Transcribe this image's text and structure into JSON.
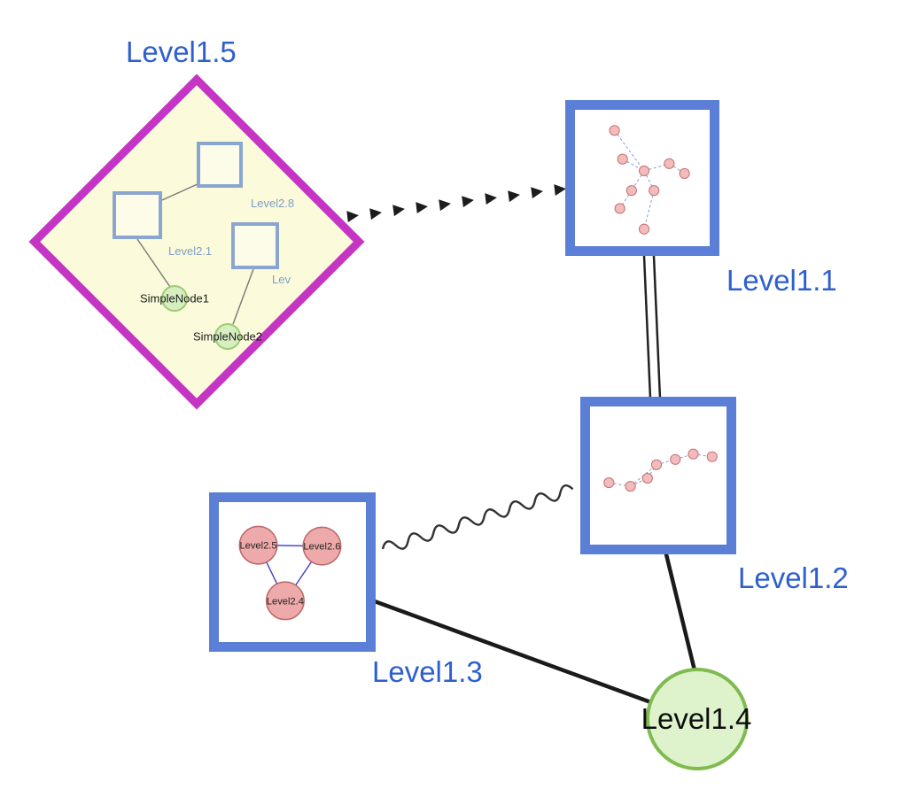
{
  "diagram": {
    "background": "#ffffff",
    "nodes": {
      "level15": {
        "label": "Level1.5",
        "shape": "diamond-group",
        "border_color": "#c435c4",
        "fill": "#fbfbdb"
      },
      "level11": {
        "label": "Level1.1",
        "shape": "square-group",
        "border_color": "#5b7fd6",
        "fill": "#ffffff"
      },
      "level12": {
        "label": "Level1.2",
        "shape": "square-group",
        "border_color": "#5b7fd6",
        "fill": "#ffffff"
      },
      "level13": {
        "label": "Level1.3",
        "shape": "square-group",
        "border_color": "#5b7fd6",
        "fill": "#ffffff"
      },
      "level14": {
        "label": "Level1.4",
        "shape": "circle",
        "border_color": "#7fbb4e",
        "fill": "#def3cc"
      }
    },
    "level15_contents": {
      "squares": [
        {
          "label": "Level2.8"
        },
        {
          "label": "Level2.1"
        },
        {
          "label": "Lev"
        }
      ],
      "simple_nodes": [
        {
          "label": "SimpleNode1"
        },
        {
          "label": "SimpleNode2"
        }
      ]
    },
    "level13_contents": {
      "circles": [
        {
          "label": "Level2.5"
        },
        {
          "label": "Level2.6"
        },
        {
          "label": "Level2.4"
        }
      ],
      "edge_style": "solid-triangle"
    },
    "level11_contents": {
      "mini_graph_nodes": 9,
      "edge_style": "dashed"
    },
    "level12_contents": {
      "mini_graph_nodes": 7,
      "edge_style": "dashed"
    },
    "edges": [
      {
        "from": "Level1.5",
        "to": "Level1.1",
        "style": "dashed-arrow"
      },
      {
        "from": "Level1.1",
        "to": "Level1.2",
        "style": "double-line"
      },
      {
        "from": "Level1.3",
        "to": "Level1.2",
        "style": "wavy"
      },
      {
        "from": "Level1.3",
        "to": "Level1.4",
        "style": "solid"
      },
      {
        "from": "Level1.2",
        "to": "Level1.4",
        "style": "solid"
      }
    ],
    "colors": {
      "label_blue": "#2e5fce",
      "box_border_blue": "#5b7fd6",
      "diamond_magenta": "#c435c4",
      "green_fill": "#def3cc",
      "green_border": "#7fbb4e",
      "pink_fill": "#f3bcbc",
      "pink_border": "#c87070"
    }
  }
}
